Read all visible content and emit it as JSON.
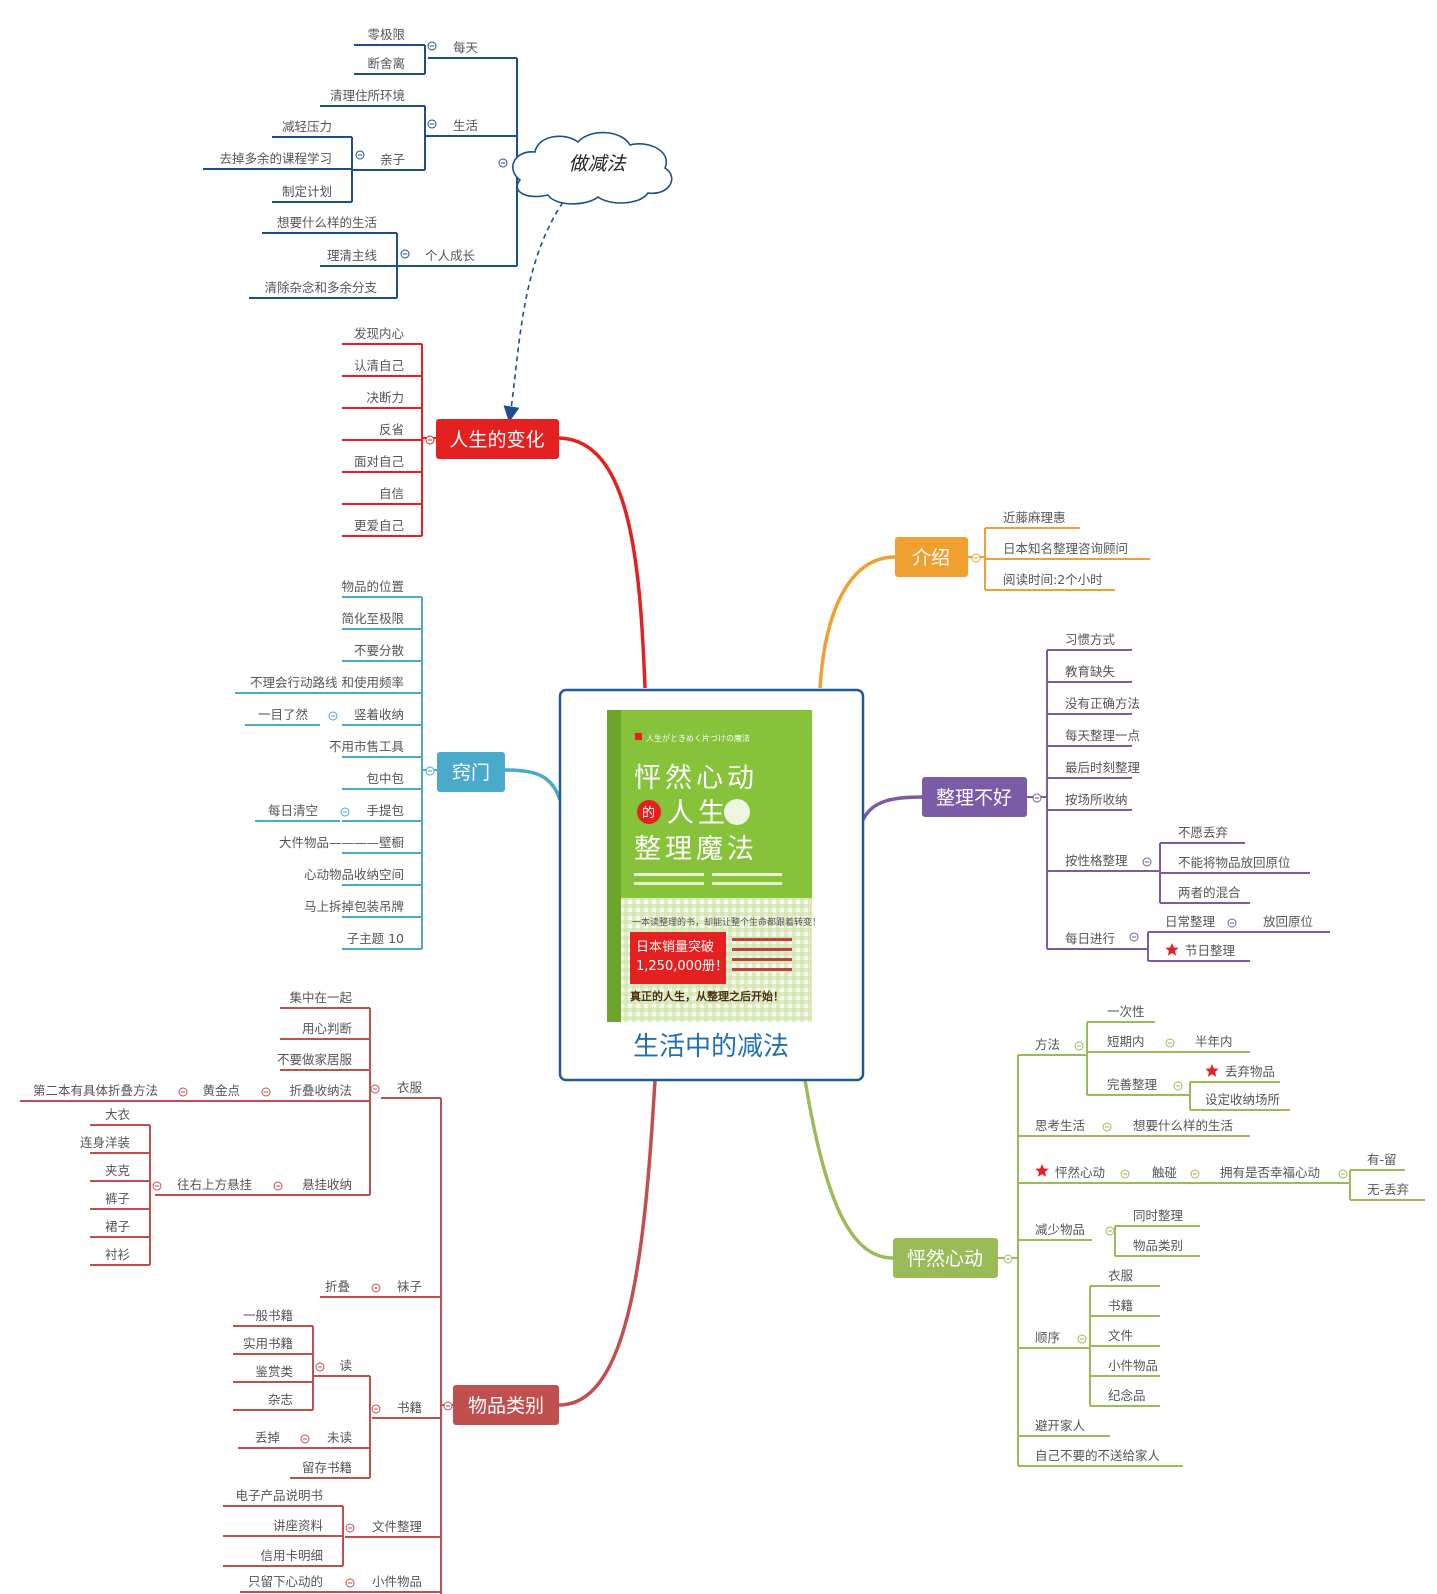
{
  "root": {
    "title": "生活中的减法",
    "book": {
      "tagline": "人生がときめく片づけの魔法",
      "title_line1": "怦然心动",
      "title_de": "的",
      "title_line2": "人生",
      "title_line3": "整理魔法",
      "strap": "一本读整理的书，却能让整个生命都跟着转变！",
      "sales_line1": "日本销量突破",
      "sales_line2": "1,250,000册！",
      "footer": "真正的人生，从整理之后开始！"
    }
  },
  "floating": {
    "label": "做减法",
    "children": [
      {
        "label": "每天",
        "children": [
          {
            "label": "零极限"
          },
          {
            "label": "断舍离"
          }
        ]
      },
      {
        "label": "生活",
        "children": [
          {
            "label": "清理住所环境"
          },
          {
            "label": "亲子",
            "children": [
              {
                "label": "减轻压力"
              },
              {
                "label": "去掉多余的课程学习"
              },
              {
                "label": "制定计划"
              }
            ]
          }
        ]
      },
      {
        "label": "个人成长",
        "children": [
          {
            "label": "想要什么样的生活"
          },
          {
            "label": "理清主线"
          },
          {
            "label": "清除杂念和多余分支"
          }
        ]
      }
    ]
  },
  "branches": {
    "life_change": {
      "label": "人生的变化",
      "color": "#e52020",
      "items": [
        "发现内心",
        "认清自己",
        "决断力",
        "反省",
        "面对自己",
        "自信",
        "更爱自己"
      ]
    },
    "tips": {
      "label": "窍门",
      "color": "#49aac9",
      "items": [
        "物品的位置",
        "简化至极限",
        "不要分散",
        "不理会行动路线 和使用频率",
        "竖着收纳",
        "不用市售工具",
        "包中包",
        "手提包",
        "大件物品————壁橱",
        "心动物品收纳空间",
        "马上拆掉包装吊牌",
        "子主题 10"
      ],
      "sub_vertical": "一目了然",
      "sub_handbag": "每日清空"
    },
    "categories": {
      "label": "物品类别",
      "color": "#c0504d",
      "clothes": {
        "label": "衣服",
        "items": [
          "集中在一起",
          "用心判断",
          "不要做家居服"
        ],
        "fold": {
          "label": "折叠收纳法",
          "point": "黄金点",
          "note": "第二本有具体折叠方法"
        },
        "hang": {
          "label": "悬挂收纳",
          "method": "往右上方悬挂",
          "items": [
            "大衣",
            "连身洋装",
            "夹克",
            "裤子",
            "裙子",
            "衬衫"
          ]
        }
      },
      "socks": {
        "label": "袜子",
        "child": "折叠"
      },
      "books": {
        "label": "书籍",
        "read": {
          "label": "读",
          "items": [
            "一般书籍",
            "实用书籍",
            "鉴赏类",
            "杂志"
          ]
        },
        "unread": {
          "label": "未读",
          "child": "丢掉"
        },
        "keep": "留存书籍"
      },
      "docs": {
        "label": "文件整理",
        "items": [
          "电子产品说明书",
          "讲座资料",
          "信用卡明细"
        ]
      },
      "small": {
        "label": "小件物品",
        "child": "只留下心动的"
      }
    },
    "intro": {
      "label": "介绍",
      "color": "#f0a030",
      "items": [
        "近藤麻理惠",
        "日本知名整理咨询顾问",
        "阅读时间:2个小时"
      ]
    },
    "bad": {
      "label": "整理不好",
      "color": "#7b5aa6",
      "items": [
        "习惯方式",
        "教育缺失",
        "没有正确方法",
        "每天整理一点",
        "最后时刻整理",
        "按场所收纳"
      ],
      "personality": {
        "label": "按性格整理",
        "items": [
          "不愿丢弃",
          "不能将物品放回原位",
          "两者的混合"
        ]
      },
      "daily": {
        "label": "每日进行",
        "routine": "日常整理",
        "routine_child": "放回原位",
        "festival": "节日整理"
      }
    },
    "heart": {
      "label": "怦然心动",
      "color": "#9bbb59",
      "method": {
        "label": "方法",
        "once": "一次性",
        "short": "短期内",
        "half_year": "半年内",
        "complete": "完善整理",
        "discard": "丢弃物品",
        "storage": "设定收纳场所"
      },
      "think": {
        "label": "思考生活",
        "child": "想要什么样的生活"
      },
      "spark": {
        "label": "怦然心动",
        "touch": "触碰",
        "question": "拥有是否幸福心动",
        "yes": "有-留",
        "no": "无-丢弃"
      },
      "reduce": {
        "label": "减少物品",
        "items": [
          "同时整理",
          "物品类别"
        ]
      },
      "order": {
        "label": "顺序",
        "items": [
          "衣服",
          "书籍",
          "文件",
          "小件物品",
          "纪念品"
        ]
      },
      "avoid": "避开家人",
      "not_give": "自己不要的不送给家人"
    }
  },
  "colors": {
    "blue": "#1f4e8c",
    "red": "#e52020",
    "teal": "#49aac9",
    "brick": "#c0504d",
    "orange": "#f0a030",
    "purple": "#7b5aa6",
    "green": "#9bbb59"
  }
}
